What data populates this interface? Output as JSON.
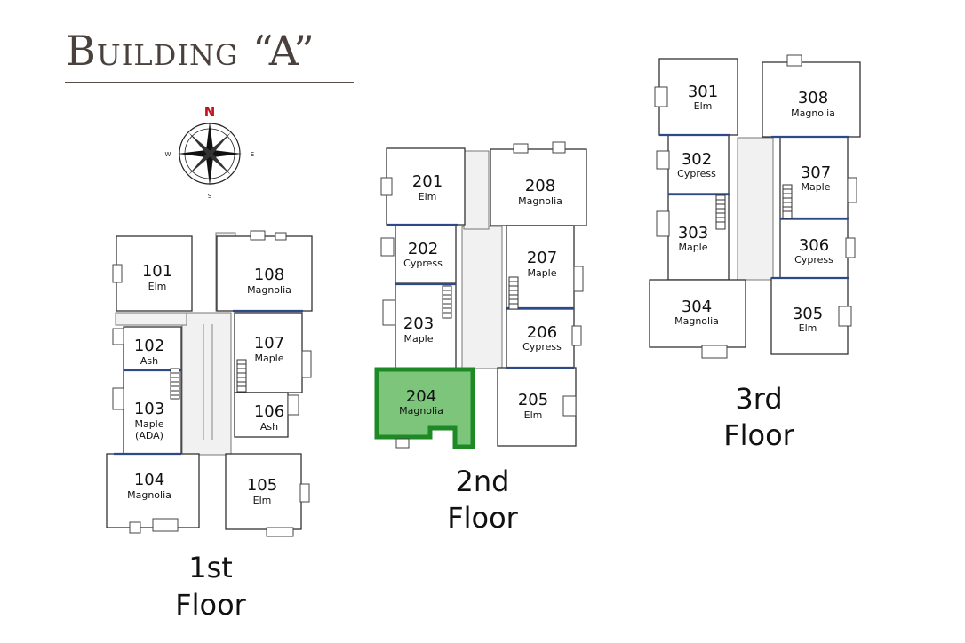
{
  "title": "Building “A”",
  "compass": {
    "north": "N",
    "south": "S",
    "east": "E",
    "west": "W"
  },
  "floors": [
    {
      "label_line1": "1st",
      "label_line2": "Floor",
      "units": [
        {
          "number": "101",
          "name": "Elm"
        },
        {
          "number": "102",
          "name": "Ash"
        },
        {
          "number": "103",
          "name": "Maple",
          "note": "(ADA)"
        },
        {
          "number": "104",
          "name": "Magnolia"
        },
        {
          "number": "105",
          "name": "Elm"
        },
        {
          "number": "106",
          "name": "Ash"
        },
        {
          "number": "107",
          "name": "Maple"
        },
        {
          "number": "108",
          "name": "Magnolia"
        }
      ]
    },
    {
      "label_line1": "2nd",
      "label_line2": "Floor",
      "units": [
        {
          "number": "201",
          "name": "Elm"
        },
        {
          "number": "202",
          "name": "Cypress"
        },
        {
          "number": "203",
          "name": "Maple"
        },
        {
          "number": "204",
          "name": "Magnolia",
          "highlighted": true
        },
        {
          "number": "205",
          "name": "Elm"
        },
        {
          "number": "206",
          "name": "Cypress"
        },
        {
          "number": "207",
          "name": "Maple"
        },
        {
          "number": "208",
          "name": "Magnolia"
        }
      ]
    },
    {
      "label_line1": "3rd",
      "label_line2": "Floor",
      "units": [
        {
          "number": "301",
          "name": "Elm"
        },
        {
          "number": "302",
          "name": "Cypress"
        },
        {
          "number": "303",
          "name": "Maple"
        },
        {
          "number": "304",
          "name": "Magnolia"
        },
        {
          "number": "305",
          "name": "Elm"
        },
        {
          "number": "306",
          "name": "Cypress"
        },
        {
          "number": "307",
          "name": "Maple"
        },
        {
          "number": "308",
          "name": "Magnolia"
        }
      ]
    }
  ],
  "colors": {
    "highlight_fill": "#7cc57a",
    "highlight_stroke": "#1d8a25",
    "divider": "#2c4a8a",
    "north": "#c0141c"
  }
}
